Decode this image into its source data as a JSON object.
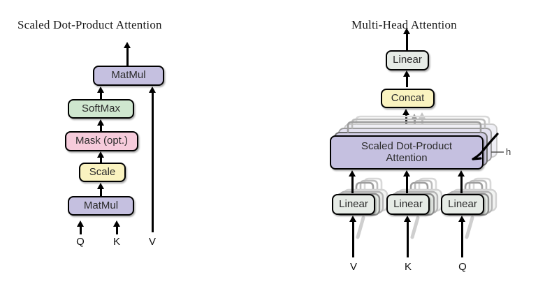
{
  "figure": {
    "kind": "diagram",
    "panels": [
      {
        "id": "scaled-dot-product-attention",
        "title": "Scaled Dot-Product Attention",
        "blocks": [
          {
            "label": "MatMul",
            "color": "#c5c0e0"
          },
          {
            "label": "SoftMax",
            "color": "#cfe6cf"
          },
          {
            "label": "Mask (opt.)",
            "color": "#f6cbdb"
          },
          {
            "label": "Scale",
            "color": "#faf3c0"
          },
          {
            "label": "MatMul",
            "color": "#c5c0e0"
          }
        ],
        "inputs": [
          "Q",
          "K",
          "V"
        ]
      },
      {
        "id": "multi-head-attention",
        "title": "Multi-Head Attention",
        "blocks": [
          {
            "label": "Linear",
            "color": "#e6ebe6"
          },
          {
            "label": "Concat",
            "color": "#faf3c0"
          },
          {
            "label": "Scaled Dot-Product",
            "label2": "Attention",
            "color": "#c5c0e0"
          },
          {
            "label": "Linear",
            "color": "#e6ebe6"
          },
          {
            "label": "Linear",
            "color": "#e6ebe6"
          },
          {
            "label": "Linear",
            "color": "#e6ebe6"
          }
        ],
        "head_count_label": "h",
        "inputs": [
          "V",
          "K",
          "Q"
        ]
      }
    ]
  },
  "left": {
    "title": "Scaled Dot-Product Attention",
    "matmul_top": "MatMul",
    "softmax": "SoftMax",
    "mask": "Mask (opt.)",
    "scale": "Scale",
    "matmul_bottom": "MatMul",
    "q": "Q",
    "k": "K",
    "v": "V"
  },
  "right": {
    "title": "Multi-Head Attention",
    "linear_top": "Linear",
    "concat": "Concat",
    "sdpa_line1": "Scaled Dot-Product",
    "sdpa_line2": "Attention",
    "h": "h",
    "linear_v": "Linear",
    "linear_k": "Linear",
    "linear_q": "Linear",
    "v": "V",
    "k": "K",
    "q": "Q"
  },
  "colors": {
    "purple": "#c5c0e0",
    "green": "#cfe6cf",
    "pink": "#f6cbdb",
    "yellow": "#faf3c0",
    "gray": "#e6ebe6",
    "outline": "#000000",
    "background": "#ffffff"
  }
}
